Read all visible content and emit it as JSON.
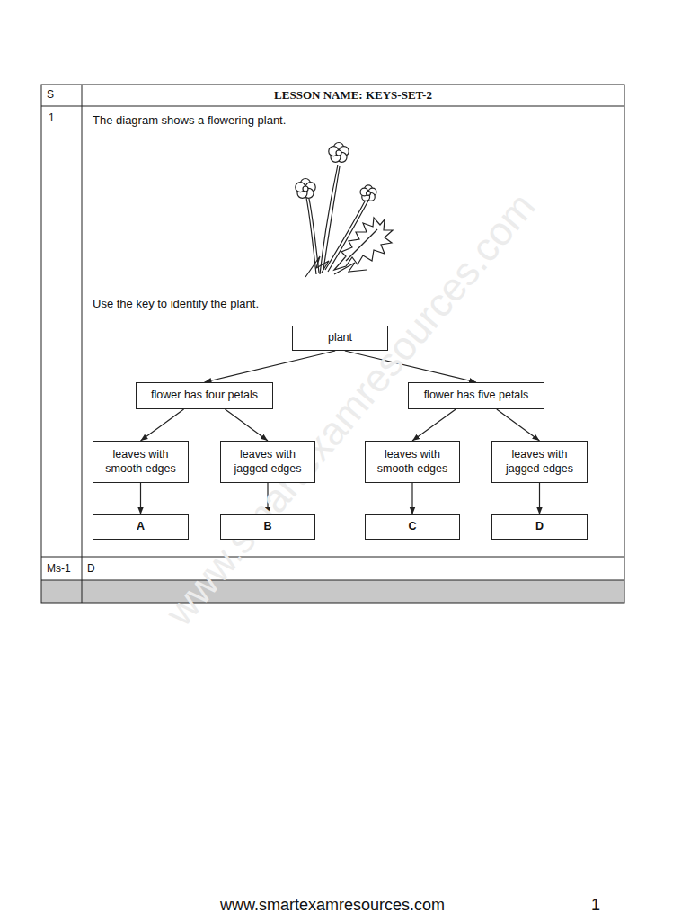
{
  "diagram": {
    "nodes": [
      {
        "text": [
          "plant"
        ]
      },
      {
        "text": [
          "flower has four petals"
        ]
      },
      {
        "text": [
          "flower has five petals"
        ]
      },
      {
        "text": [
          "leaves with smooth edges"
        ]
      },
      {
        "text": [
          "leaves with jagged edges"
        ]
      },
      {
        "text": [
          "leaves with smooth edges"
        ]
      },
      {
        "text": [
          "leaves with jagged edges"
        ]
      },
      {
        "text": [
          "A"
        ]
      },
      {
        "text": [
          "B"
        ]
      },
      {
        "text": [
          "C"
        ]
      },
      {
        "text": [
          "D"
        ]
      }
    ],
    "edges": [
      {
        "from": 0,
        "to": 1,
        "arrow": "to"
      },
      {
        "from": 0,
        "to": 2,
        "arrow": "to"
      },
      {
        "from": 1,
        "to": 3,
        "arrow": "to"
      },
      {
        "from": 1,
        "to": 4,
        "arrow": "to"
      },
      {
        "from": 2,
        "to": 5,
        "arrow": "to"
      },
      {
        "from": 2,
        "to": 6,
        "arrow": "to"
      },
      {
        "from": 3,
        "to": 7,
        "arrow": "to"
      },
      {
        "from": 4,
        "to": 8,
        "arrow": "to"
      },
      {
        "from": 5,
        "to": 9,
        "arrow": "to"
      },
      {
        "from": 6,
        "to": 10,
        "arrow": "to"
      }
    ],
    "labels": [
      "S",
      "LESSON NAME: KEYS-SET-2",
      "1",
      "The diagram shows a flowering plant.",
      "Use the key to identify the plant.",
      "Ms-1",
      "D",
      "www.smartexamresources.com",
      "www.smartexamresources.com",
      "1"
    ]
  }
}
